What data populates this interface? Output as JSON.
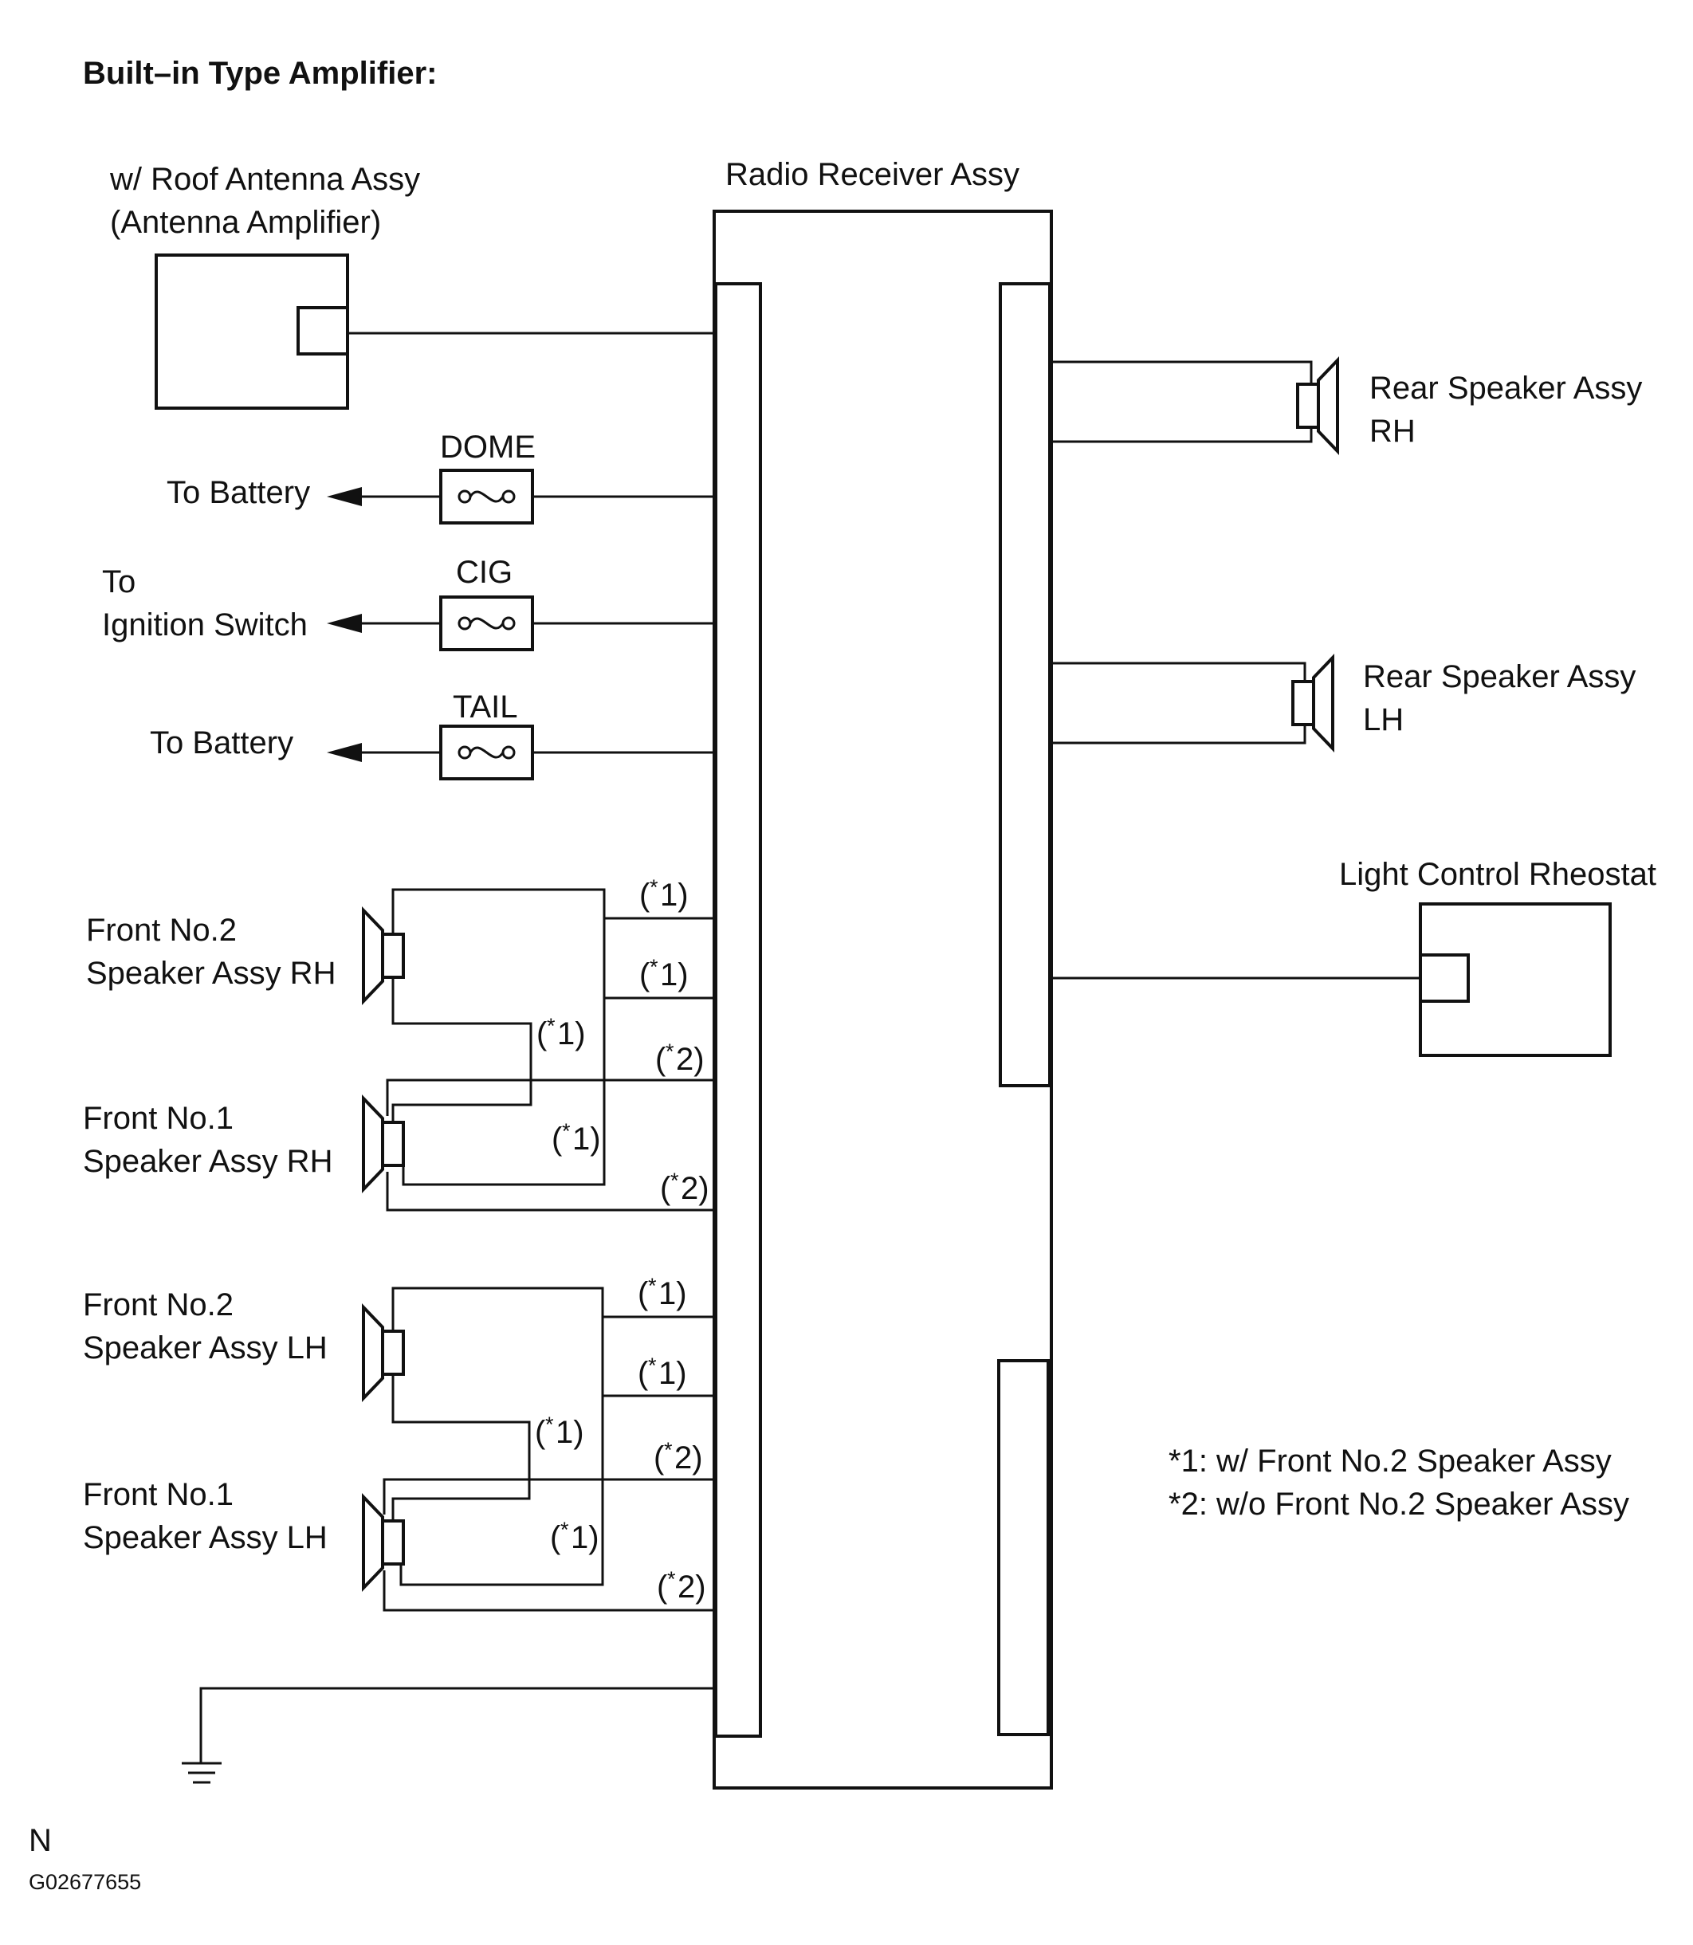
{
  "title": "Built–in Type Amplifier:",
  "radio": {
    "label": "Radio Receiver Assy"
  },
  "antenna": {
    "line1": "w/ Roof Antenna Assy",
    "line2": "(Antenna Amplifier)"
  },
  "fuses": [
    {
      "name": "DOME",
      "dest_line1": "To Battery",
      "dest_line2": ""
    },
    {
      "name": "CIG",
      "dest_line1": "To",
      "dest_line2": "Ignition Switch"
    },
    {
      "name": "TAIL",
      "dest_line1": "To Battery",
      "dest_line2": ""
    }
  ],
  "rear_speakers": [
    {
      "line1": "Rear Speaker Assy",
      "line2": "RH"
    },
    {
      "line1": "Rear Speaker Assy",
      "line2": "LH"
    }
  ],
  "rheostat": {
    "label": "Light Control Rheostat"
  },
  "front_speakers": [
    {
      "line1": "Front No.2",
      "line2": "Speaker Assy RH"
    },
    {
      "line1": "Front No.1",
      "line2": "Speaker Assy RH"
    },
    {
      "line1": "Front No.2",
      "line2": "Speaker Assy LH"
    },
    {
      "line1": "Front No.1",
      "line2": "Speaker Assy LH"
    }
  ],
  "marks": {
    "m1_open": "(",
    "m1_star": "*",
    "m1_close": "1)",
    "m2_open": "(",
    "m2_star": "*",
    "m2_close": "2)"
  },
  "notes": [
    "*1: w/ Front No.2 Speaker Assy",
    "*2: w/o Front No.2 Speaker Assy"
  ],
  "footer": {
    "letter": "N",
    "code": "G02677655"
  }
}
